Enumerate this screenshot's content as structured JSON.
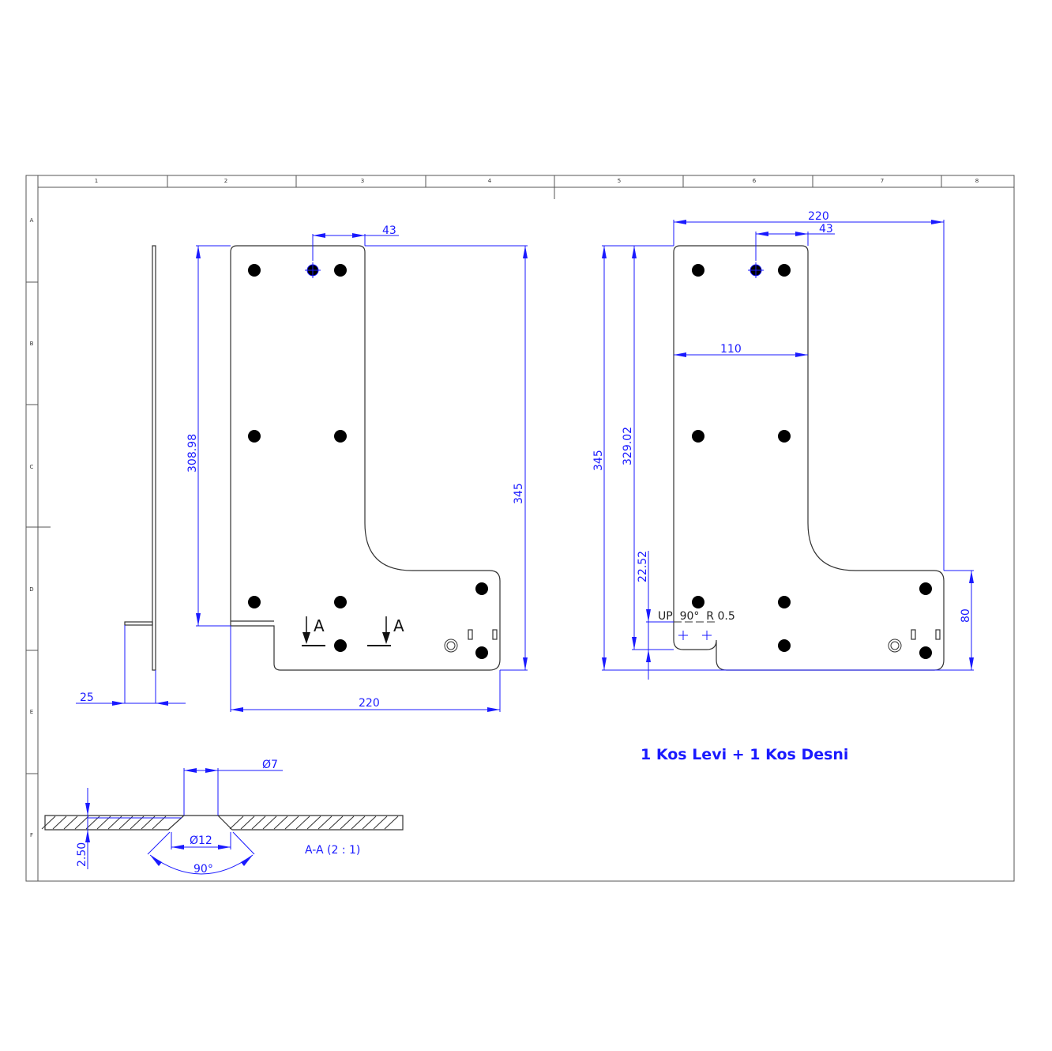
{
  "zones": {
    "columns": [
      "1",
      "2",
      "3",
      "4",
      "5",
      "6",
      "7",
      "8"
    ],
    "rows": [
      "A",
      "B",
      "C",
      "D",
      "E",
      "F"
    ]
  },
  "left_view": {
    "dims": {
      "width_top": "43",
      "height_inner": "308.98",
      "height_total": "345",
      "width_total": "220",
      "thickness_flange": "25"
    },
    "section_marker": "A"
  },
  "right_view": {
    "dims": {
      "width_total": "220",
      "width_top": "43",
      "width_mid": "110",
      "height_total": "345",
      "height_inner": "329.02",
      "tab_height": "22.52",
      "foot_height": "80"
    },
    "bend_note": "UP  90°  R 0.5"
  },
  "section_view": {
    "label": "A-A (2 : 1)",
    "hole_diameter": "Ø7",
    "countersink_diameter": "Ø12",
    "countersink_angle": "90°",
    "thickness": "2.50"
  },
  "note": "1 Kos Levi + 1 Kos Desni",
  "colors": {
    "dimension": "#1a1aff",
    "outline": "#333333"
  }
}
